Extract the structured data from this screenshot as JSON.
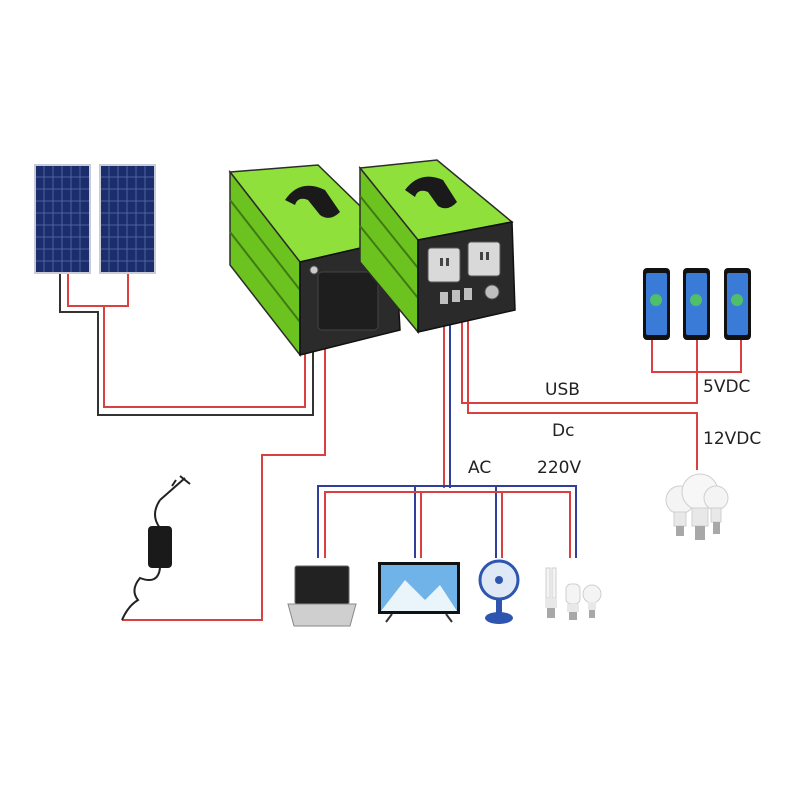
{
  "labels": {
    "usb": "USB",
    "usb_voltage": "5VDC",
    "dc": "Dc",
    "dc_voltage": "12VDC",
    "ac": "AC",
    "ac_voltage": "220V"
  },
  "colors": {
    "wire_positive": "#d8413f",
    "wire_negative": "#333333",
    "wire_ac": "#2f3f9a",
    "case_green": "#7ad62a",
    "panel_blue": "#1c2d6e"
  }
}
